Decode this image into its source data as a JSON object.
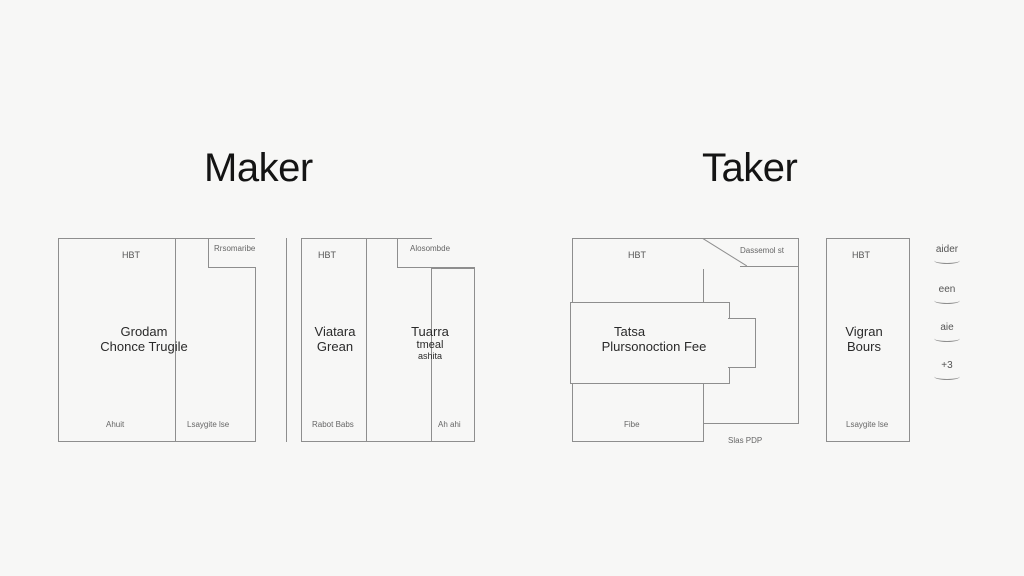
{
  "headings": {
    "maker": "Maker",
    "taker": "Taker"
  },
  "maker": {
    "block1": {
      "top_label": "HBT",
      "tab_label": "Rrsomaribe",
      "main_line1": "Grodam",
      "main_line2": "Chonce Trugile",
      "bottom_left": "Ahuit",
      "bottom_right": "Lsaygite lse"
    },
    "block2": {
      "top_label": "HBT",
      "tab_label": "Alosombde",
      "left_line1": "Viatara",
      "left_line2": "Grean",
      "right_line1": "Tuarra",
      "right_line2": "tmeal",
      "right_line3": "ashita",
      "bottom_left": "Rabot Babs",
      "bottom_right": "Ah ahi"
    }
  },
  "taker": {
    "block1": {
      "top_label": "HBT",
      "tab_label": "Dassemol st",
      "main_line1": "Tatsa",
      "main_line2": "Plursonoction Fee",
      "bottom_left": "Fibe",
      "bottom_below": "Slas PDP"
    },
    "block2": {
      "top_label": "HBT",
      "main_line1": "Vigran",
      "main_line2": "Bours",
      "bottom": "Lsaygite lse"
    },
    "side_items": [
      "aider",
      "een",
      "aie",
      "+3"
    ]
  }
}
